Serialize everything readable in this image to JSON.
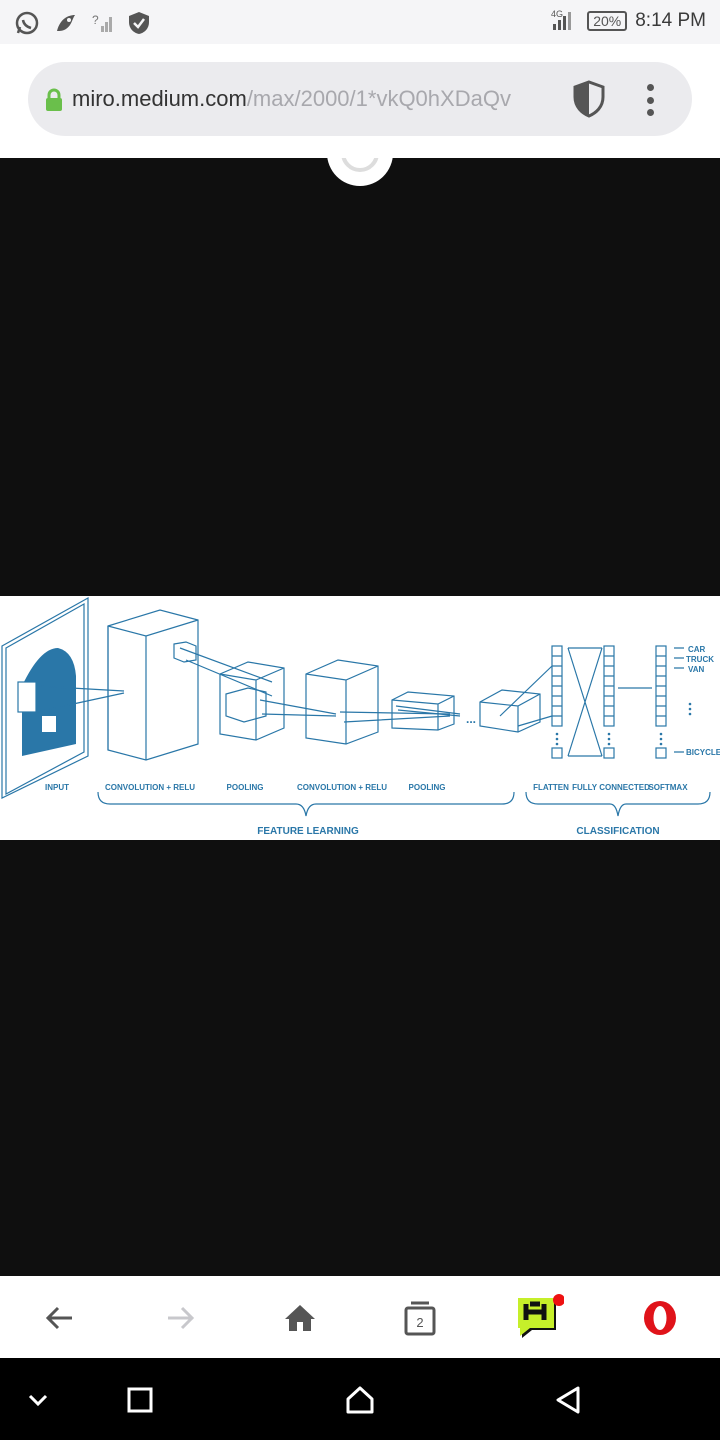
{
  "status_bar": {
    "network": "4G",
    "battery": "20%",
    "time": "8:14 PM",
    "icons": [
      "whatsapp-icon",
      "bird-icon",
      "no-signal-icon",
      "shield-check-icon"
    ]
  },
  "address_bar": {
    "domain": "miro.medium.com",
    "path": "/max/2000/1*vkQ0hXDaQv",
    "lock_color": "#6abf4b"
  },
  "figure": {
    "stage_labels": [
      "INPUT",
      "CONVOLUTION + RELU",
      "POOLING",
      "CONVOLUTION + RELU",
      "POOLING",
      "FLATTEN",
      "FULLY CONNECTED",
      "SOFTMAX"
    ],
    "group_labels": [
      "FEATURE LEARNING",
      "CLASSIFICATION"
    ],
    "output_classes": [
      "CAR",
      "TRUCK",
      "VAN",
      "BICYCLE"
    ],
    "ellipsis": "...",
    "accent": "#2a77a8"
  },
  "toolbar": {
    "tabs_count": "2",
    "items": [
      "back-icon",
      "forward-icon",
      "home-icon",
      "tabs-icon",
      "hype-icon",
      "opera-icon"
    ]
  },
  "navbar": {
    "items": [
      "chevron-down-icon",
      "recents-icon",
      "home-nav-icon",
      "back-nav-icon"
    ]
  }
}
